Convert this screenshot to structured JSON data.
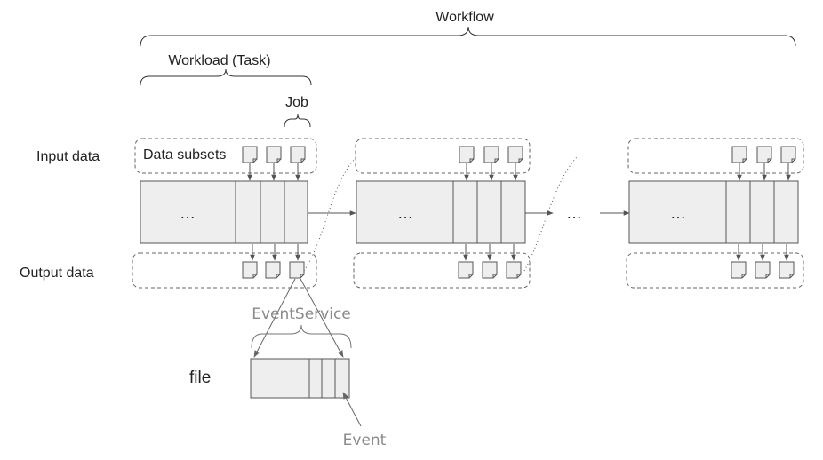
{
  "labels": {
    "workflow": "Workflow",
    "workload": "Workload (Task)",
    "job": "Job",
    "input_data": "Input data",
    "data_subsets": "Data subsets",
    "output_data": "Output data",
    "event_service": "EventService",
    "file": "file",
    "event": "Event",
    "ellipsis": "…"
  },
  "colors": {
    "box_fill": "#eeeeee",
    "stroke": "#555555",
    "gray_text": "#8a8a8a"
  },
  "icons": [
    "document-icon"
  ]
}
